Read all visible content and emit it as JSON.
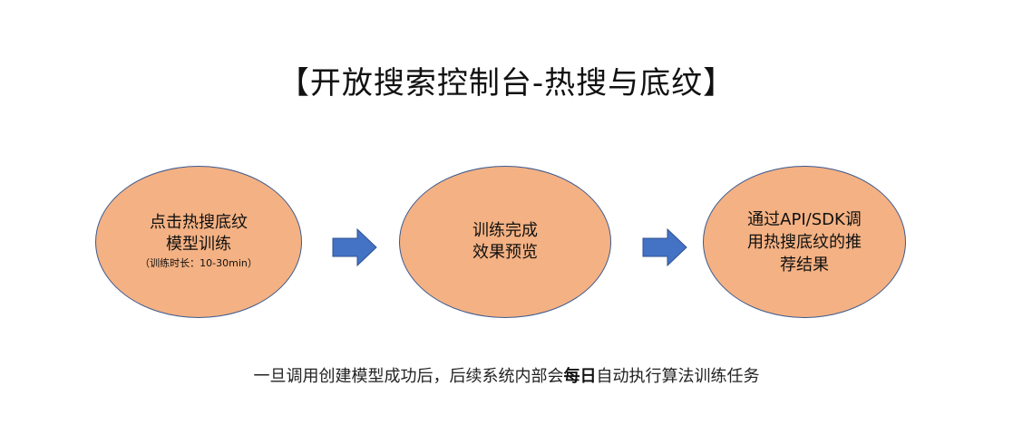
{
  "title": "【开放搜索控制台-热搜与底纹】",
  "colors": {
    "node_fill": "#f4b183",
    "node_border": "#3c5a8f",
    "arrow_fill": "#4472c4",
    "arrow_border": "#2f528f"
  },
  "nodes": [
    {
      "lines": [
        "点击热搜底纹",
        "模型训练"
      ],
      "note": "（训练时长：10-30min）"
    },
    {
      "lines": [
        "训练完成",
        "效果预览"
      ]
    },
    {
      "lines": [
        "通过API/SDK调",
        "用热搜底纹的推",
        "荐结果"
      ]
    }
  ],
  "arrows": [
    {
      "icon": "right-arrow-icon"
    },
    {
      "icon": "right-arrow-icon"
    }
  ],
  "footer": {
    "before": "一旦调用创建模型成功后，后续系统内部会",
    "emphasis": "每日",
    "after": "自动执行算法训练任务"
  }
}
